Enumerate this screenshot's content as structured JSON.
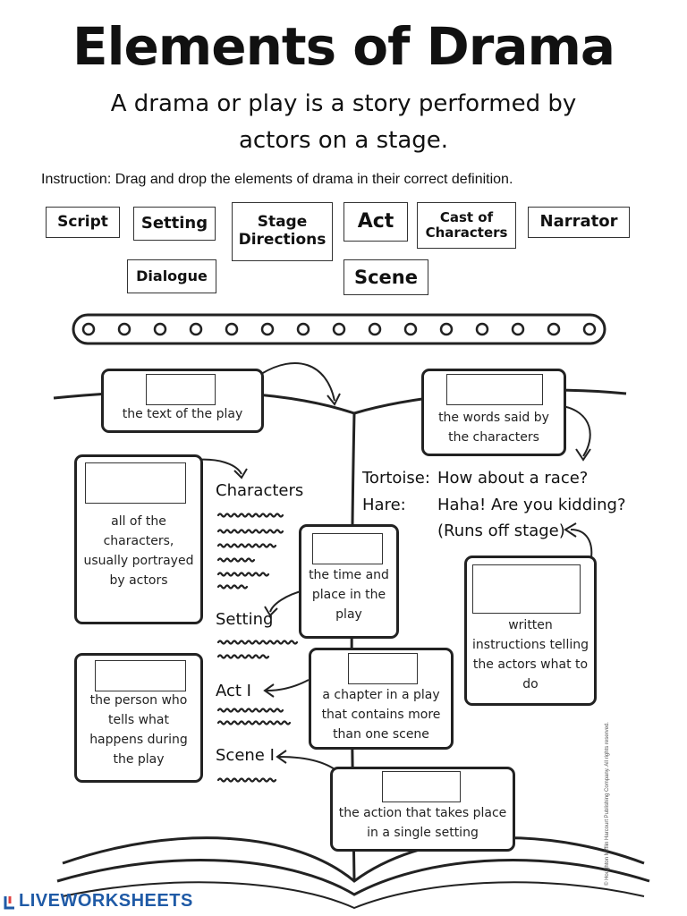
{
  "title": "Elements of Drama",
  "subtitle": "A drama or play is a story performed by actors on a stage.",
  "instruction": "Instruction: Drag and drop the elements of drama in their correct definition.",
  "chips": {
    "script": "Script",
    "setting": "Setting",
    "stage_directions": "Stage Directions",
    "act": "Act",
    "cast": "Cast of Characters",
    "narrator": "Narrator",
    "dialogue": "Dialogue",
    "scene": "Scene"
  },
  "definitions": {
    "text_of_play": "the text of the play",
    "words_said": "the words said by the characters",
    "all_characters": "all of the characters, usually portrayed by actors",
    "time_place": "the time and place in the play",
    "written_instructions": "written instructions telling the actors what to do",
    "person_tells": "the person who tells what happens during the play",
    "chapter": "a chapter in a play that contains more than one scene",
    "action_single": "the action that takes place in a single setting"
  },
  "sample": {
    "characters_heading": "Characters",
    "setting_heading": "Setting",
    "act_heading": "Act I",
    "scene_heading": "Scene I",
    "tortoise": "Tortoise:",
    "tortoise_line": "How about a race?",
    "hare": "Hare:",
    "hare_line": "Haha! Are you kidding?",
    "hare_direction": "(Runs off stage)"
  },
  "footer": {
    "logo": "LIVEWORKSHEETS",
    "copyright": "© Houghton Mifflin Harcourt Publishing Company. All rights reserved."
  },
  "colors": {
    "ink": "#222222",
    "brand": "#1f5aa6"
  }
}
